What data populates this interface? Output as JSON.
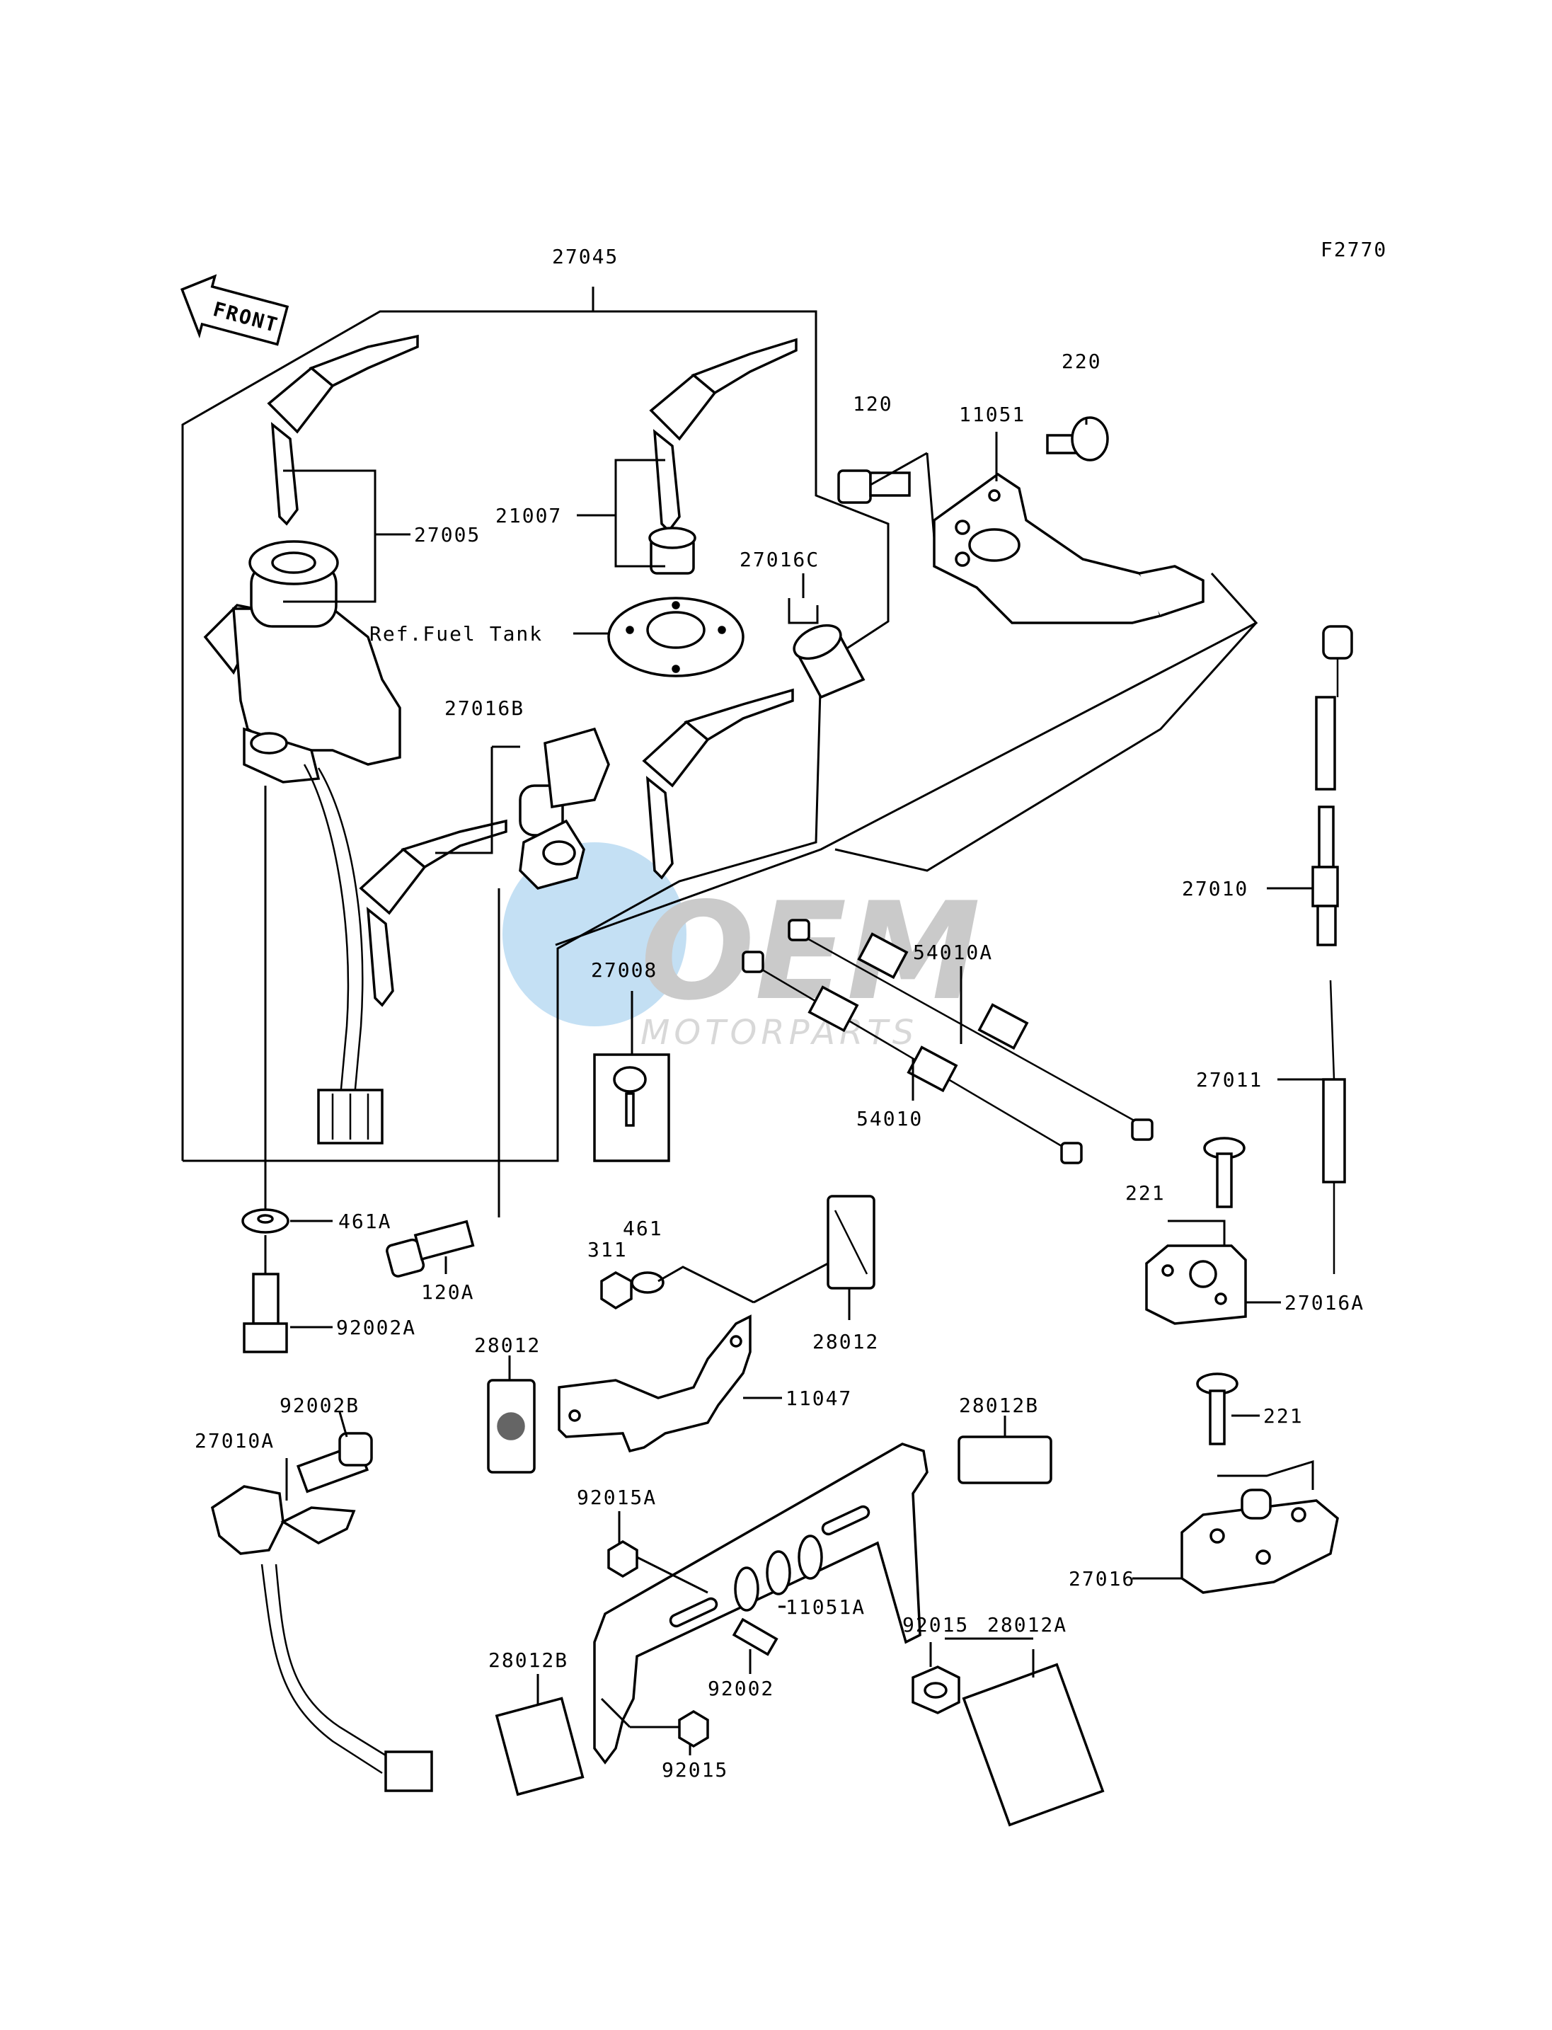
{
  "figure_code": "F2770",
  "front_label": "FRONT",
  "watermark": {
    "top": "OEM",
    "bottom": "MOTORPARTS"
  },
  "labels": [
    {
      "id": "27045",
      "text": "27045"
    },
    {
      "id": "27005",
      "text": "27005"
    },
    {
      "id": "21007",
      "text": "21007"
    },
    {
      "id": "ref-fuel-tank",
      "text": "Ref.Fuel Tank"
    },
    {
      "id": "27016C",
      "text": "27016C"
    },
    {
      "id": "27016B",
      "text": "27016B"
    },
    {
      "id": "120",
      "text": "120"
    },
    {
      "id": "11051",
      "text": "11051"
    },
    {
      "id": "220",
      "text": "220"
    },
    {
      "id": "27010",
      "text": "27010"
    },
    {
      "id": "27008",
      "text": "27008"
    },
    {
      "id": "54010A",
      "text": "54010A"
    },
    {
      "id": "54010",
      "text": "54010"
    },
    {
      "id": "27011",
      "text": "27011"
    },
    {
      "id": "461A",
      "text": "461A"
    },
    {
      "id": "120A",
      "text": "120A"
    },
    {
      "id": "92002A",
      "text": "92002A"
    },
    {
      "id": "461",
      "text": "461"
    },
    {
      "id": "311",
      "text": "311"
    },
    {
      "id": "28012-top",
      "text": "28012"
    },
    {
      "id": "28012-left",
      "text": "28012"
    },
    {
      "id": "11047",
      "text": "11047"
    },
    {
      "id": "221-top",
      "text": "221"
    },
    {
      "id": "27016A",
      "text": "27016A"
    },
    {
      "id": "221-bottom",
      "text": "221"
    },
    {
      "id": "27016",
      "text": "27016"
    },
    {
      "id": "92002B",
      "text": "92002B"
    },
    {
      "id": "27010A",
      "text": "27010A"
    },
    {
      "id": "28012B-right",
      "text": "28012B"
    },
    {
      "id": "92015A",
      "text": "92015A"
    },
    {
      "id": "11051A",
      "text": "11051A"
    },
    {
      "id": "92015-right",
      "text": "92015"
    },
    {
      "id": "28012A",
      "text": "28012A"
    },
    {
      "id": "28012B-left",
      "text": "28012B"
    },
    {
      "id": "92002",
      "text": "92002"
    },
    {
      "id": "92015-bottom",
      "text": "92015"
    }
  ]
}
